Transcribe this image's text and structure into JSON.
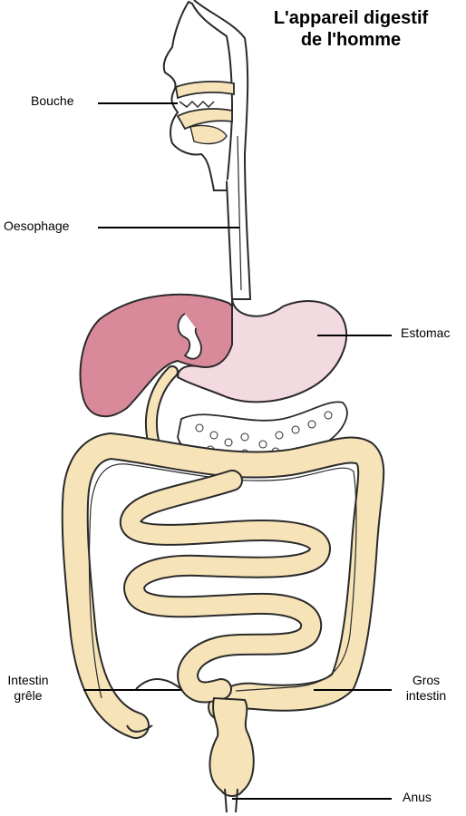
{
  "title": {
    "line1": "L'appareil digestif",
    "line2": "de l'homme"
  },
  "labels": {
    "bouche": "Bouche",
    "oesophage": "Oesophage",
    "estomac": "Estomac",
    "intestin_grele_line1": "Intestin",
    "intestin_grele_line2": "grêle",
    "gros_intestin_line1": "Gros",
    "gros_intestin_line2": "intestin",
    "anus": "Anus"
  },
  "colors": {
    "outline": "#2a2a2a",
    "liver": "#d98a9a",
    "stomach": "#f3d9e0",
    "intestine": "#f6e3b8",
    "pancreas": "#ffffff",
    "mouth": "#f6e3b8"
  }
}
